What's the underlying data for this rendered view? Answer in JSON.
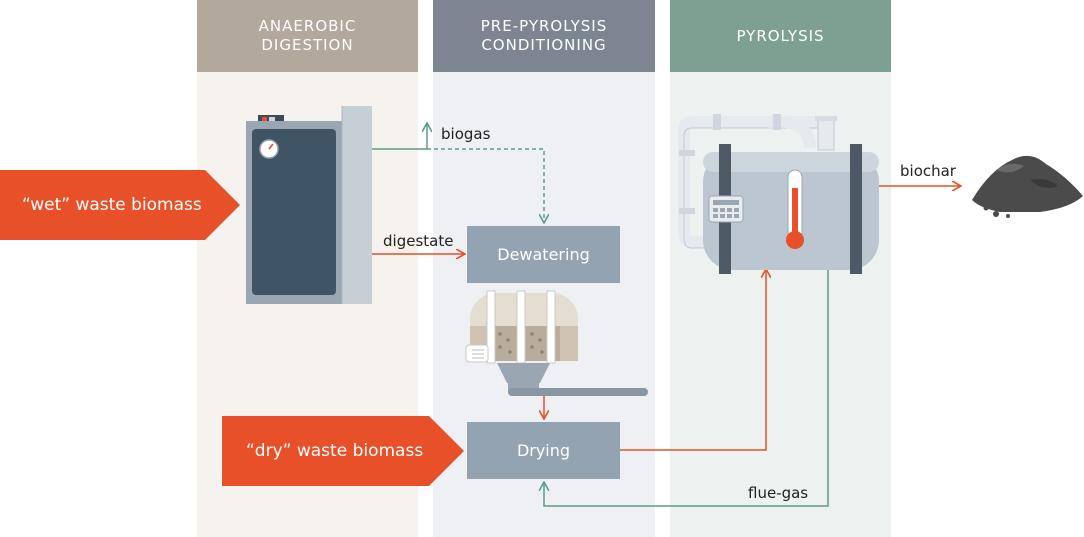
{
  "columns": [
    {
      "title_line1": "ANAEROBIC",
      "title_line2": "DIGESTION",
      "color": "#b2a89c"
    },
    {
      "title_line1": "PRE-PYROLYSIS",
      "title_line2": "CONDITIONING",
      "color": "#7d8592"
    },
    {
      "title_line1": "PYROLYSIS",
      "title_line2": "",
      "color": "#7ea093"
    }
  ],
  "inputs": {
    "wet": "“wet” waste biomass",
    "dry": "“dry” waste biomass"
  },
  "processes": {
    "dewatering": "Dewatering",
    "drying": "Drying"
  },
  "flows": {
    "biogas": "biogas",
    "digestate": "digestate",
    "biochar": "biochar",
    "flue_gas": "flue-gas"
  },
  "colors": {
    "accent": "#e8502a",
    "flow_green": "#5f9a86",
    "process_box": "#93a3b2"
  }
}
